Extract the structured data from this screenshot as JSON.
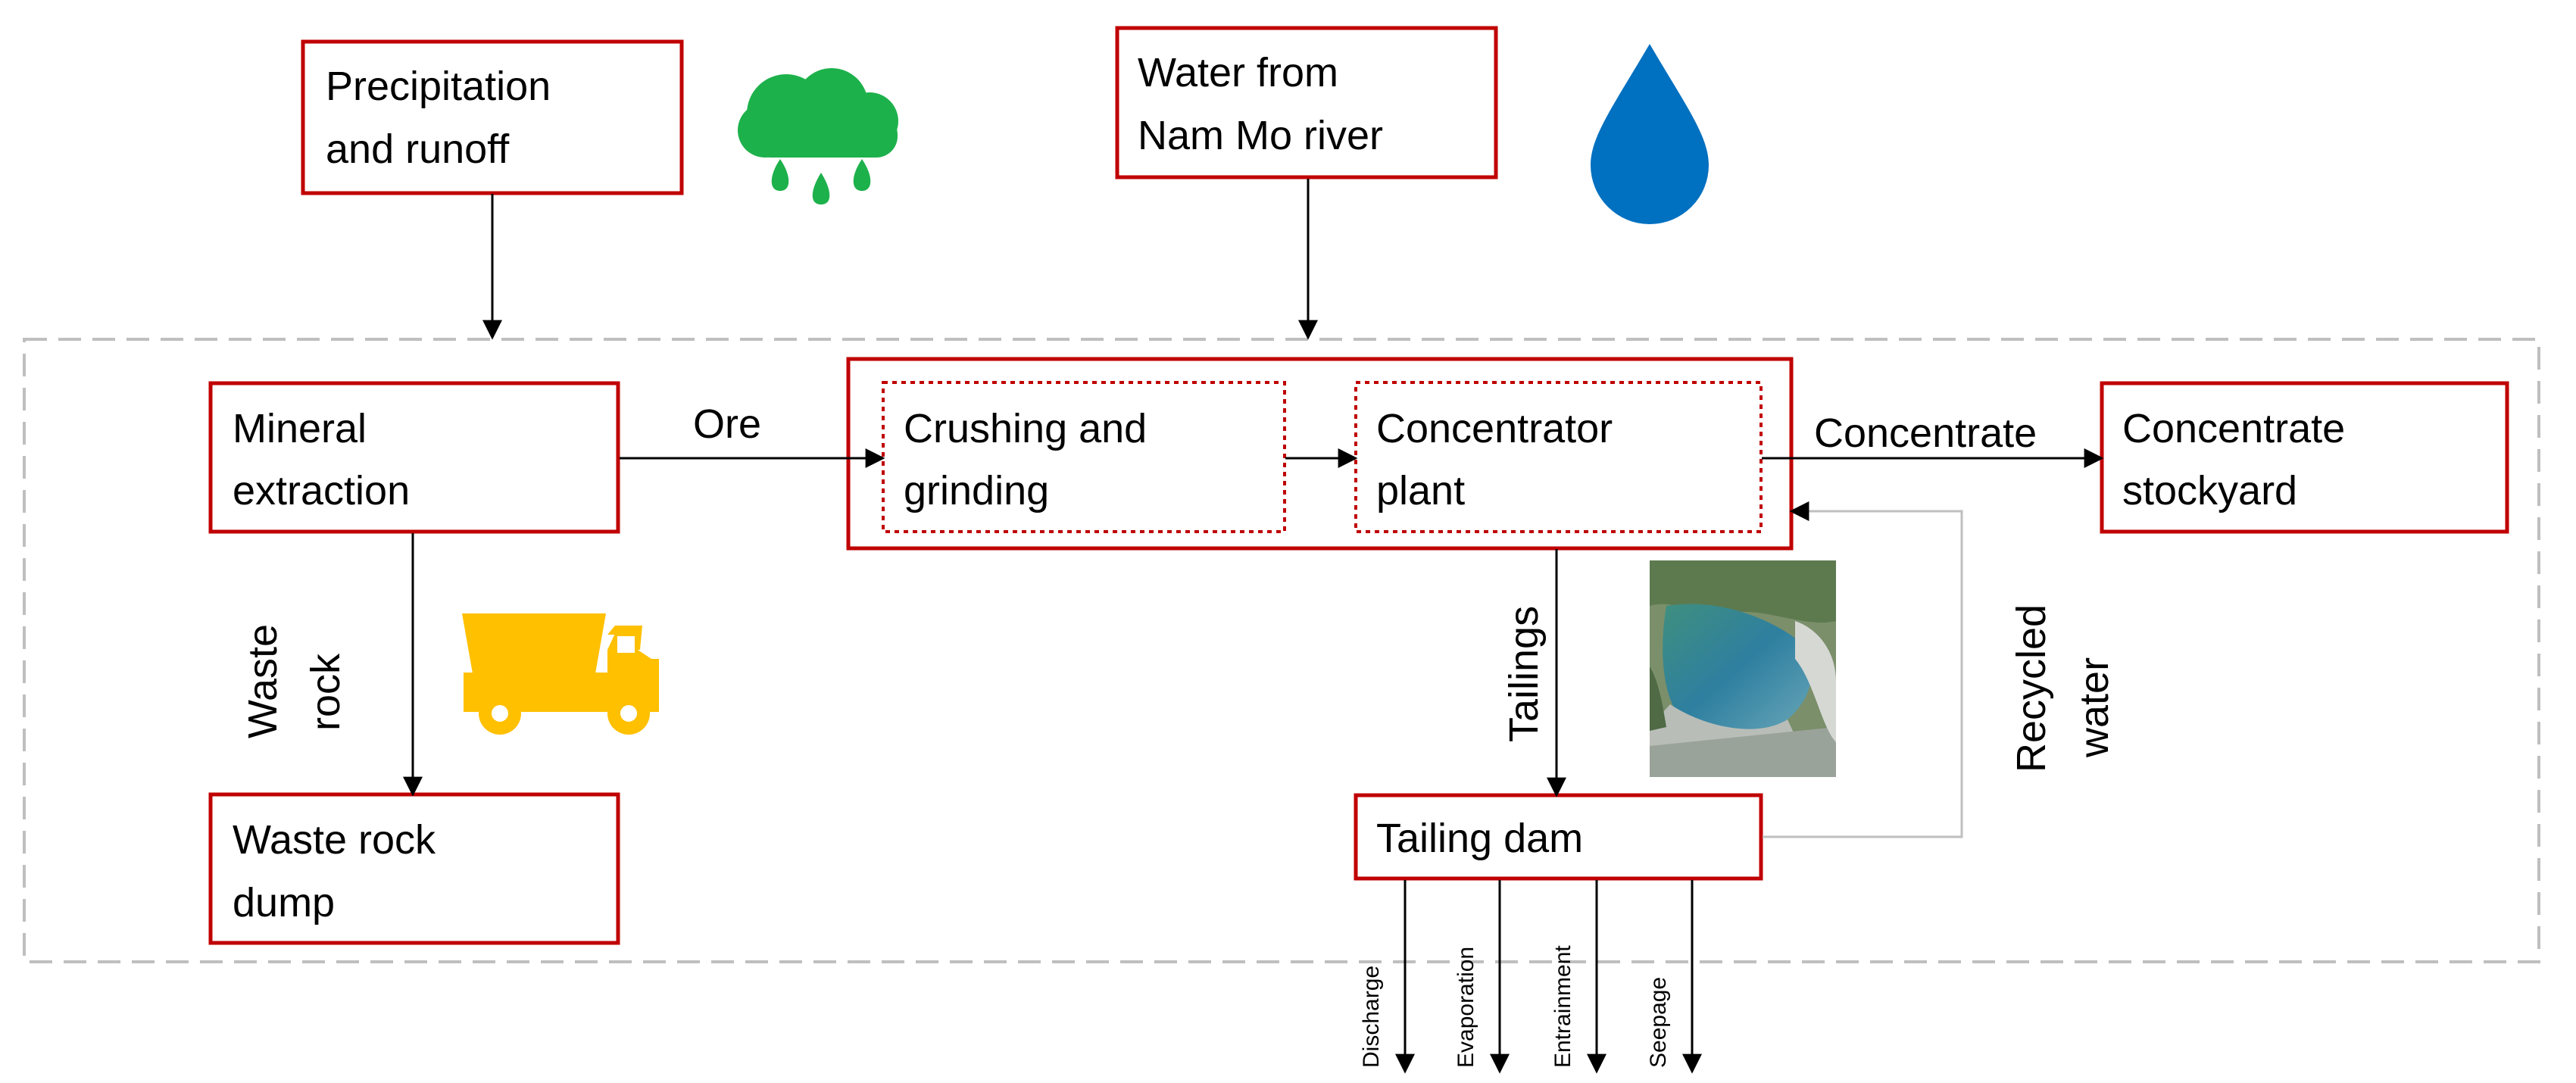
{
  "colors": {
    "box_border": "#C00000",
    "arrow": "#000000",
    "boundary": "#BFBFBF",
    "rain_icon": "#1DB14B",
    "drop_icon": "#0070C0",
    "truck_icon": "#FFC000"
  },
  "icons": [
    "rain-cloud-icon",
    "water-drop-icon",
    "dump-truck-icon",
    "tailings-aerial-photo"
  ],
  "inputs": {
    "precipitation": [
      "Precipitation",
      "and runoff"
    ],
    "river_water": [
      "Water from",
      "Nam Mo river"
    ]
  },
  "processes": {
    "mineral_extraction": [
      "Mineral",
      "extraction"
    ],
    "crushing": [
      "Crushing and",
      "grinding"
    ],
    "concentrator": [
      "Concentrator",
      "plant"
    ],
    "stockyard": [
      "Concentrate",
      "stockyard"
    ],
    "waste_dump": [
      "Waste rock",
      "dump"
    ],
    "tailing_dam": [
      "Tailing dam"
    ]
  },
  "flows": {
    "ore": "Ore",
    "concentrate": "Concentrate",
    "waste_rock": [
      "Waste",
      "rock"
    ],
    "tailings": "Tailings",
    "recycled_water": [
      "Recycled",
      "water"
    ]
  },
  "outflows": [
    "Discharge",
    "Evaporation",
    "Entrainment",
    "Seepage"
  ]
}
